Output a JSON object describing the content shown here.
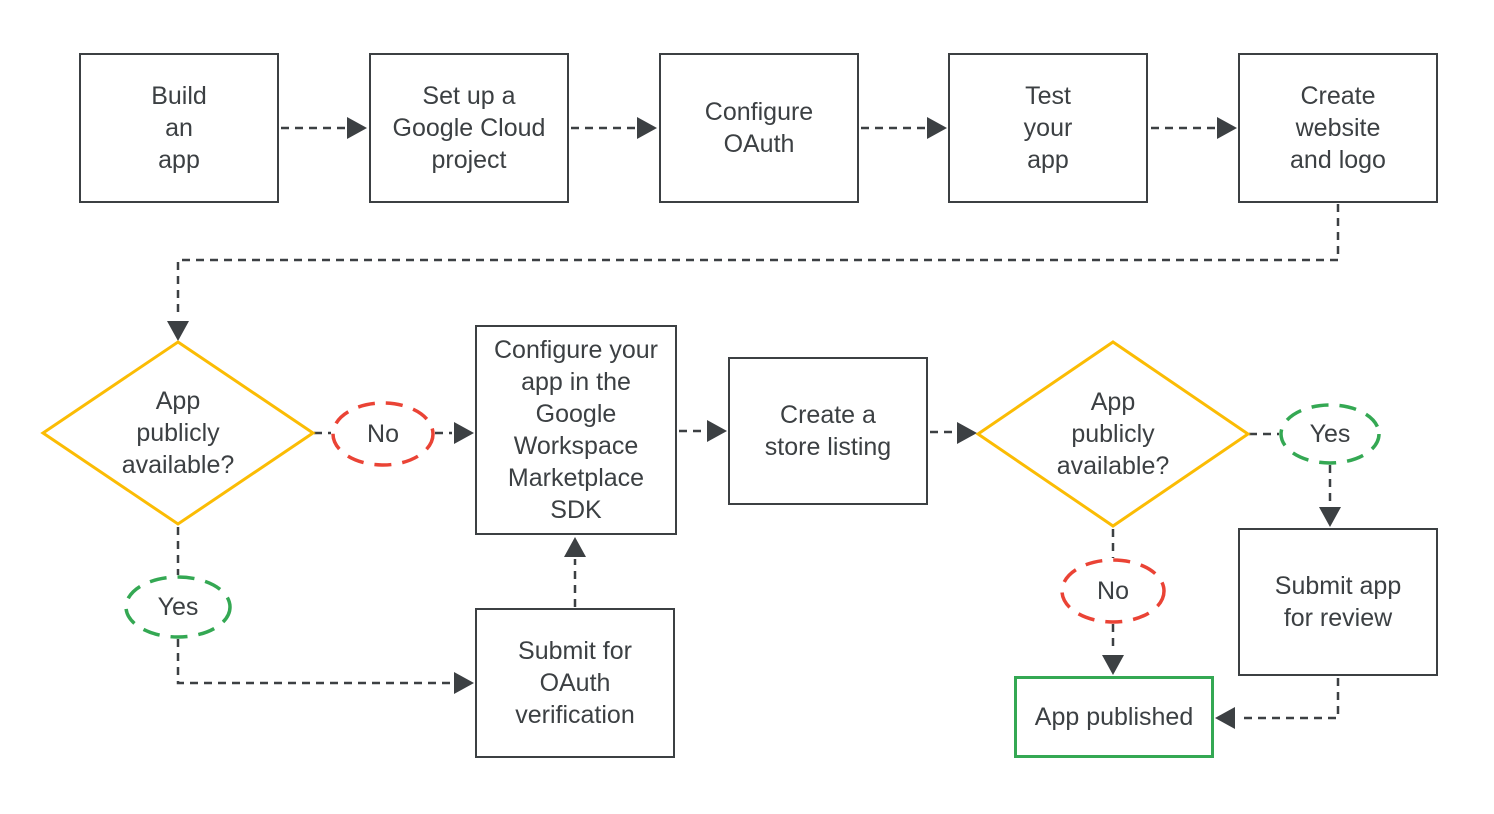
{
  "flowchart": {
    "colors": {
      "line": "#3C4043",
      "text": "#3C4043",
      "decision_diamond": "#FBBC04",
      "no_oval": "#EA4335",
      "yes_oval": "#34A853",
      "published_box": "#34A853",
      "background": "#ffffff"
    },
    "nodes": {
      "build_app": {
        "label": "Build\nan\napp"
      },
      "setup_project": {
        "label": "Set up a\nGoogle Cloud\nproject"
      },
      "configure_oauth": {
        "label": "Configure\nOAuth"
      },
      "test_app": {
        "label": "Test\nyour\napp"
      },
      "create_website": {
        "label": "Create\nwebsite\nand logo"
      },
      "decision1": {
        "label": "App\npublicly\navailable?"
      },
      "no1": {
        "label": "No"
      },
      "yes1": {
        "label": "Yes"
      },
      "configure_sdk": {
        "label": "Configure your\napp in the\nGoogle\nWorkspace\nMarketplace\nSDK"
      },
      "store_listing": {
        "label": "Create a\nstore listing"
      },
      "submit_oauth": {
        "label": "Submit for\nOAuth\nverification"
      },
      "decision2": {
        "label": "App\npublicly\navailable?"
      },
      "yes2": {
        "label": "Yes"
      },
      "no2": {
        "label": "No"
      },
      "submit_review": {
        "label": "Submit app\nfor review"
      },
      "app_published": {
        "label": "App published"
      }
    },
    "edges": [
      {
        "from": "build_app",
        "to": "setup_project"
      },
      {
        "from": "setup_project",
        "to": "configure_oauth"
      },
      {
        "from": "configure_oauth",
        "to": "test_app"
      },
      {
        "from": "test_app",
        "to": "create_website"
      },
      {
        "from": "create_website",
        "to": "decision1"
      },
      {
        "from": "decision1",
        "via": "no1",
        "to": "configure_sdk"
      },
      {
        "from": "decision1",
        "via": "yes1",
        "to": "submit_oauth"
      },
      {
        "from": "submit_oauth",
        "to": "configure_sdk"
      },
      {
        "from": "configure_sdk",
        "to": "store_listing"
      },
      {
        "from": "store_listing",
        "to": "decision2"
      },
      {
        "from": "decision2",
        "via": "yes2",
        "to": "submit_review"
      },
      {
        "from": "decision2",
        "via": "no2",
        "to": "app_published"
      },
      {
        "from": "submit_review",
        "to": "app_published"
      }
    ]
  }
}
